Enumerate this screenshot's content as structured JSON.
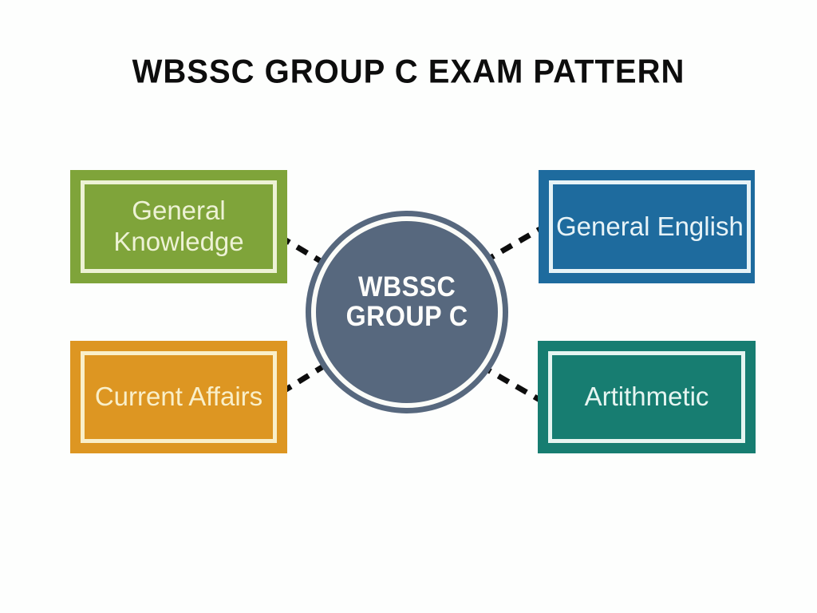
{
  "title": "WBSSC GROUP C EXAM PATTERN",
  "background": "#fdfefd",
  "center": {
    "label_line1": "WBSSC",
    "label_line2": "GROUP C",
    "color": "#57687e",
    "ring_color": "#fbfcf8",
    "text_color": "#fdfdfb"
  },
  "nodes": [
    {
      "id": "general-knowledge",
      "label": "General Knowledge",
      "color": "#7fa43a",
      "text_color": "#edf2d5",
      "position": "top-left"
    },
    {
      "id": "general-english",
      "label": "General English",
      "color": "#1e6b9e",
      "text_color": "#e7f3f7",
      "position": "top-right"
    },
    {
      "id": "current-affairs",
      "label": "Current Affairs",
      "color": "#dd9622",
      "text_color": "#f9efc9",
      "position": "bottom-left"
    },
    {
      "id": "arithmetic",
      "label": "Artithmetic",
      "color": "#177d71",
      "text_color": "#e6f5f1",
      "position": "bottom-right"
    }
  ],
  "connectors": {
    "color": "#0d0d0d",
    "style": "dashed"
  }
}
